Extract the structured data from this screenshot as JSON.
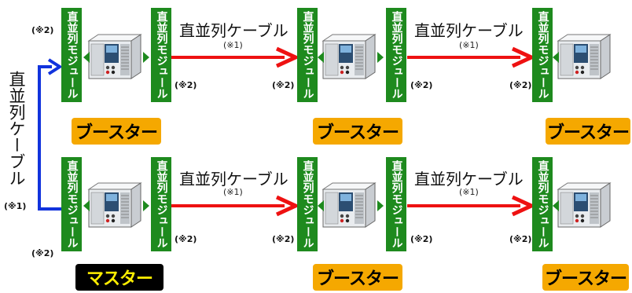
{
  "module_label": "直並列モジュール",
  "cable_label": "直並列ケーブル",
  "note_1": "(※1)",
  "note_2": "(※2)",
  "booster_label": "ブースター",
  "master_label": "マスター",
  "colors": {
    "module_green": "#1e8a1e",
    "cable_red": "#ee1111",
    "cable_blue": "#1133dd",
    "booster_badge": "#f5a800",
    "master_badge": "#000000",
    "master_text": "#ffee00"
  }
}
